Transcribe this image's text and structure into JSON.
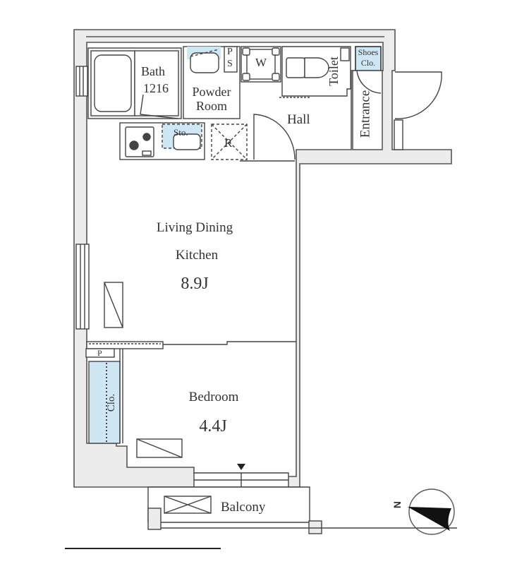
{
  "floor_plan": {
    "rooms": [
      {
        "id": "ldk",
        "name_line1": "Living Dining",
        "name_line2": "Kitchen",
        "size": "8.9J"
      },
      {
        "id": "bedroom",
        "name": "Bedroom",
        "size": "4.4J"
      },
      {
        "id": "bath",
        "name": "Bath",
        "size": "1216"
      },
      {
        "id": "powder",
        "name_line1": "Powder",
        "name_line2": "Room"
      },
      {
        "id": "hall",
        "name": "Hall"
      },
      {
        "id": "toilet",
        "name": "Toilet"
      },
      {
        "id": "entrance",
        "name": "Entrance"
      },
      {
        "id": "balcony",
        "name": "Balcony"
      }
    ],
    "fixtures": {
      "ps": "P S",
      "ps_top": "P",
      "ps_bottom": "S",
      "washer": "W",
      "shoes_closet_line1": "Shoes",
      "shoes_closet_line2": "Clo.",
      "storage": "Sto.",
      "refrigerator": "R",
      "closet": "Clo.",
      "pipe": "P"
    },
    "compass": {
      "label": "N"
    },
    "colors": {
      "wall_fill": "#ececec",
      "line": "#444444",
      "storage_blue": "#cfe6f5",
      "background": "#ffffff"
    }
  }
}
